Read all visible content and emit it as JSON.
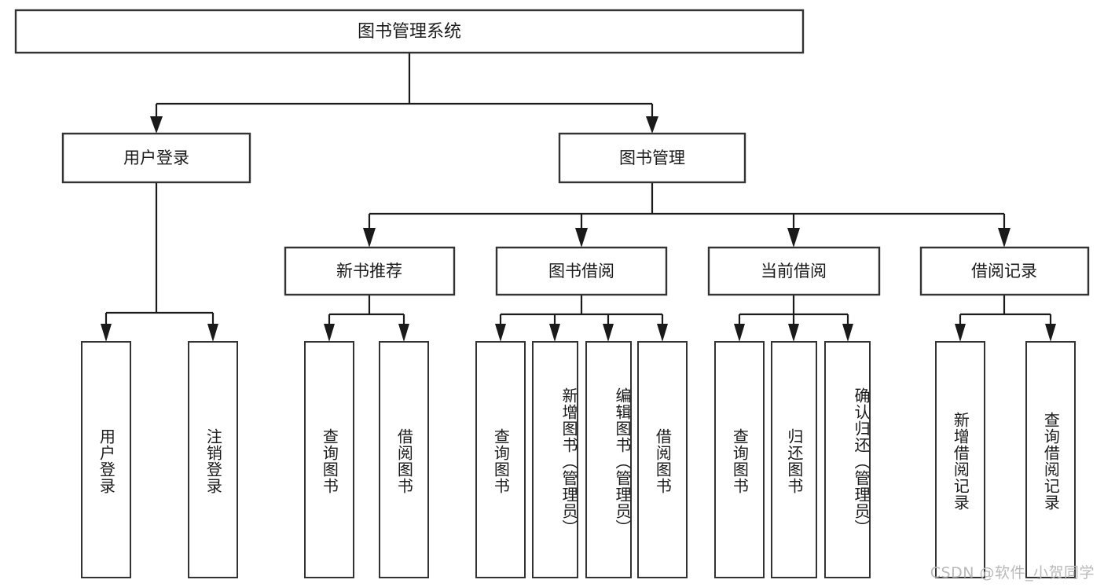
{
  "diagram": {
    "title": "图书管理系统",
    "type": "tree",
    "orientation": "top-down",
    "watermark": "CSDN @软件_小贺同学",
    "colors": {
      "background": "#ffffff",
      "node_fill": "#ffffff",
      "node_border": "#333333",
      "connector": "#1a1a1a",
      "text": "#1a1a1a",
      "watermark": "#b9b9b9"
    },
    "nodes": {
      "root": {
        "id": "root",
        "label": "图书管理系统",
        "level": 0,
        "orientation": "horizontal"
      },
      "level1": [
        {
          "id": "user-login",
          "label": "用户登录",
          "orientation": "horizontal"
        },
        {
          "id": "book-manage",
          "label": "图书管理",
          "orientation": "horizontal"
        }
      ],
      "level2": [
        {
          "id": "new-book-recommend",
          "label": "新书推荐",
          "orientation": "horizontal"
        },
        {
          "id": "book-borrow",
          "label": "图书借阅",
          "orientation": "horizontal"
        },
        {
          "id": "current-borrow",
          "label": "当前借阅",
          "orientation": "horizontal"
        },
        {
          "id": "borrow-record",
          "label": "借阅记录",
          "orientation": "horizontal"
        }
      ],
      "leaves": [
        {
          "id": "leaf-user-login",
          "label": "用户登录",
          "parent": "user-login",
          "orientation": "vertical"
        },
        {
          "id": "leaf-user-logout",
          "label": "注销登录",
          "parent": "user-login",
          "orientation": "vertical"
        },
        {
          "id": "leaf-query-book-1",
          "label": "查询图书",
          "parent": "new-book-recommend",
          "orientation": "vertical"
        },
        {
          "id": "leaf-borrow-book-1",
          "label": "借阅图书",
          "parent": "new-book-recommend",
          "orientation": "vertical"
        },
        {
          "id": "leaf-query-book-2",
          "label": "查询图书",
          "parent": "book-borrow",
          "orientation": "vertical"
        },
        {
          "id": "leaf-add-book",
          "label": "新增图书（管理员）",
          "parent": "book-borrow",
          "orientation": "vertical"
        },
        {
          "id": "leaf-edit-book",
          "label": "编辑图书（管理员）",
          "parent": "book-borrow",
          "orientation": "vertical"
        },
        {
          "id": "leaf-borrow-book-2",
          "label": "借阅图书",
          "parent": "book-borrow",
          "orientation": "vertical"
        },
        {
          "id": "leaf-query-book-3",
          "label": "查询图书",
          "parent": "current-borrow",
          "orientation": "vertical"
        },
        {
          "id": "leaf-return-book",
          "label": "归还图书",
          "parent": "current-borrow",
          "orientation": "vertical"
        },
        {
          "id": "leaf-confirm-return",
          "label": "确认归还（管理员）",
          "parent": "current-borrow",
          "orientation": "vertical"
        },
        {
          "id": "leaf-add-record",
          "label": "新增借阅记录",
          "parent": "borrow-record",
          "orientation": "vertical"
        },
        {
          "id": "leaf-query-record",
          "label": "查询借阅记录",
          "parent": "borrow-record",
          "orientation": "vertical"
        }
      ]
    },
    "edges": [
      {
        "from": "root",
        "to": "user-login"
      },
      {
        "from": "root",
        "to": "book-manage"
      },
      {
        "from": "user-login",
        "to": "leaf-user-login"
      },
      {
        "from": "user-login",
        "to": "leaf-user-logout"
      },
      {
        "from": "book-manage",
        "to": "new-book-recommend"
      },
      {
        "from": "book-manage",
        "to": "book-borrow"
      },
      {
        "from": "book-manage",
        "to": "current-borrow"
      },
      {
        "from": "book-manage",
        "to": "borrow-record"
      },
      {
        "from": "new-book-recommend",
        "to": "leaf-query-book-1"
      },
      {
        "from": "new-book-recommend",
        "to": "leaf-borrow-book-1"
      },
      {
        "from": "book-borrow",
        "to": "leaf-query-book-2"
      },
      {
        "from": "book-borrow",
        "to": "leaf-add-book"
      },
      {
        "from": "book-borrow",
        "to": "leaf-edit-book"
      },
      {
        "from": "book-borrow",
        "to": "leaf-borrow-book-2"
      },
      {
        "from": "current-borrow",
        "to": "leaf-query-book-3"
      },
      {
        "from": "current-borrow",
        "to": "leaf-return-book"
      },
      {
        "from": "current-borrow",
        "to": "leaf-confirm-return"
      },
      {
        "from": "borrow-record",
        "to": "leaf-add-record"
      },
      {
        "from": "borrow-record",
        "to": "leaf-query-record"
      }
    ]
  }
}
